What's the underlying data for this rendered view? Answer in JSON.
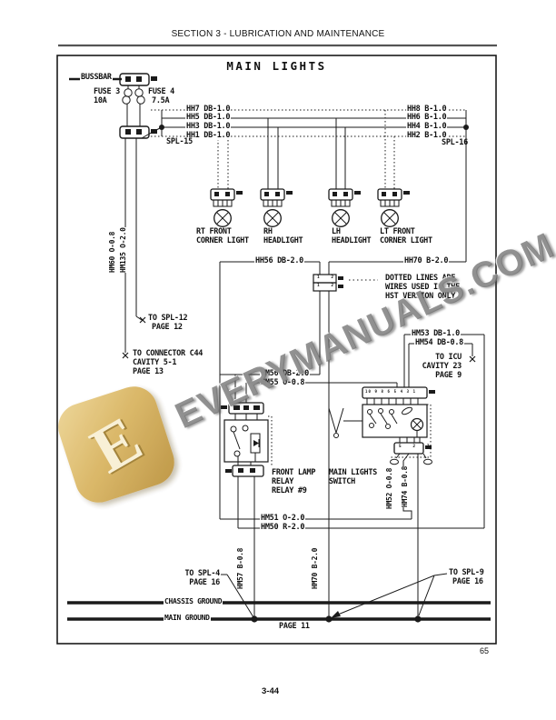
{
  "page": {
    "section_title": "SECTION 3 - LUBRICATION AND MAINTENANCE",
    "sheet_number": "65",
    "page_number": "3-44"
  },
  "watermark": {
    "text": "EVERYMANUALS.COM",
    "logo_letter": "E"
  },
  "diagram": {
    "title": "MAIN LIGHTS",
    "bussbar": "BUSSBAR",
    "fuse3_name": "FUSE 3",
    "fuse3_rating": "10A",
    "fuse4_name": "FUSE 4",
    "fuse4_rating": "7.5A",
    "buses": {
      "left": {
        "rows": [
          "HH7 DB-1.0",
          "HH5 DB-1.0",
          "HH3 DB-1.0",
          "HH1 DB-1.0"
        ],
        "splice": "SPL-15"
      },
      "right": {
        "rows": [
          "HH8 B-1.0",
          "HH6 B-1.0",
          "HH4 B-1.0",
          "HH2 B-1.0"
        ],
        "splice": "SPL-16"
      }
    },
    "lights": [
      {
        "line1": "RT FRONT",
        "line2": "CORNER LIGHT"
      },
      {
        "line1": "RH",
        "line2": "HEADLIGHT"
      },
      {
        "line1": "LH",
        "line2": "HEADLIGHT"
      },
      {
        "line1": "LT FRONT",
        "line2": "CORNER LIGHT"
      }
    ],
    "wires": {
      "hh56": "HH56 DB-2.0",
      "hh70": "HH70 B-2.0",
      "hm53": "HM53 DB-1.0",
      "hm54": "HM54 DB-0.8",
      "hm56": "HM56 DB-2.0",
      "hm55": "HM55 O-0.8",
      "hm51": "HM51 O-2.0",
      "hm50": "HM50 R-2.0",
      "hm60": "HM60 O-0.8",
      "hm135": "HM135 O-2.0",
      "hm57": "HM57 B-0.8",
      "hm70v": "HM70 B-2.0",
      "hm52": "HM52 O-0.8",
      "hm74": "HM74 B-0.8"
    },
    "note": [
      "DOTTED LINES ARE",
      "WIRES USED IN THE",
      "HST VERSION ONLY."
    ],
    "refs": {
      "spl12": [
        "TO SPL-12",
        "PAGE 12"
      ],
      "c44": [
        "TO CONNECTOR C44",
        "CAVITY 5-1",
        "PAGE 13"
      ],
      "icu": [
        "TO ICU",
        "CAVITY 23",
        "PAGE 9"
      ],
      "spl4": [
        "TO SPL-4",
        "PAGE 16"
      ],
      "spl9": [
        "TO SPL-9",
        "PAGE 16"
      ]
    },
    "relay": {
      "label": [
        "FRONT LAMP",
        "RELAY",
        "RELAY #9"
      ]
    },
    "switch": {
      "label": [
        "MAIN LIGHTS",
        "SWITCH"
      ],
      "pins_top": "10 9 8 6 5 4 3 1",
      "pins_bottom": "5 2 7"
    },
    "mid_connector": {
      "pins_top": "1 2",
      "pins_bottom": "1 2"
    },
    "grounds": {
      "chassis": "CHASSIS GROUND",
      "main": "MAIN GROUND",
      "page_ref": "PAGE 11"
    }
  }
}
